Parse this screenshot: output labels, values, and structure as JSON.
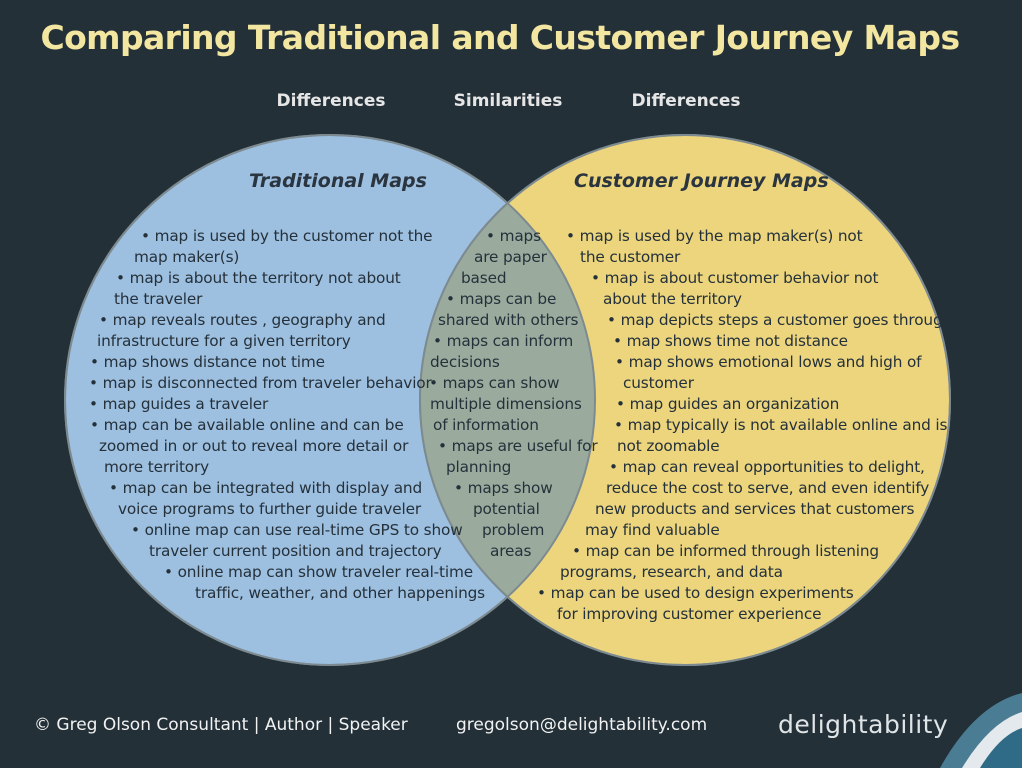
{
  "title": "Comparing Traditional and Customer Journey Maps",
  "headers": {
    "left": "Differences",
    "middle": "Similarities",
    "right": "Differences"
  },
  "colors": {
    "background": "#233038",
    "left_circle": "#9dbfe0",
    "right_circle": "#ecd57d",
    "overlap": "#9aab9e",
    "title": "#f3e6a0"
  },
  "left": {
    "title": "Traditional Maps",
    "lines": [
      "• map is used by the customer not the",
      "map maker(s)",
      "• map is about the territory not about",
      "the traveler",
      "• map reveals routes , geography and",
      "infrastructure for a given territory",
      "• map shows distance not time",
      "• map is disconnected from traveler behavior",
      "• map guides a traveler",
      "• map can be available online and can be",
      "zoomed in or out to reveal more detail or",
      "more territory",
      "• map can be integrated with display and",
      "voice programs to further guide traveler",
      "• online map can use real-time GPS to show",
      "traveler current position and trajectory",
      "• online map can show traveler real-time",
      "traffic, weather, and other happenings"
    ]
  },
  "middle": {
    "lines": [
      "• maps",
      "are paper",
      "based",
      "• maps can be",
      "shared with others",
      "• maps can inform",
      "decisions",
      "• maps can show",
      "multiple dimensions",
      "of information",
      "• maps are useful for",
      "planning",
      "• maps show",
      "potential",
      "problem",
      "areas"
    ]
  },
  "right": {
    "title": "Customer Journey Maps",
    "lines": [
      "• map is used by the map maker(s) not",
      "the customer",
      "• map is about customer behavior not",
      "about the territory",
      "• map depicts steps a customer goes through",
      "• map shows time not distance",
      "• map shows emotional lows and high of",
      "customer",
      "• map guides an organization",
      "• map typically is not available online and is",
      "not zoomable",
      "• map can reveal opportunities to delight,",
      "reduce the cost to serve, and even identify",
      "new products and services that customers",
      "may find valuable",
      "• map can be informed through listening",
      "programs, research, and data",
      "• map can be used to design experiments",
      "for improving customer experience"
    ]
  },
  "footer": {
    "credit": "©  Greg Olson  Consultant | Author | Speaker",
    "email": "gregolson@delightability.com",
    "logo": "delightability"
  }
}
